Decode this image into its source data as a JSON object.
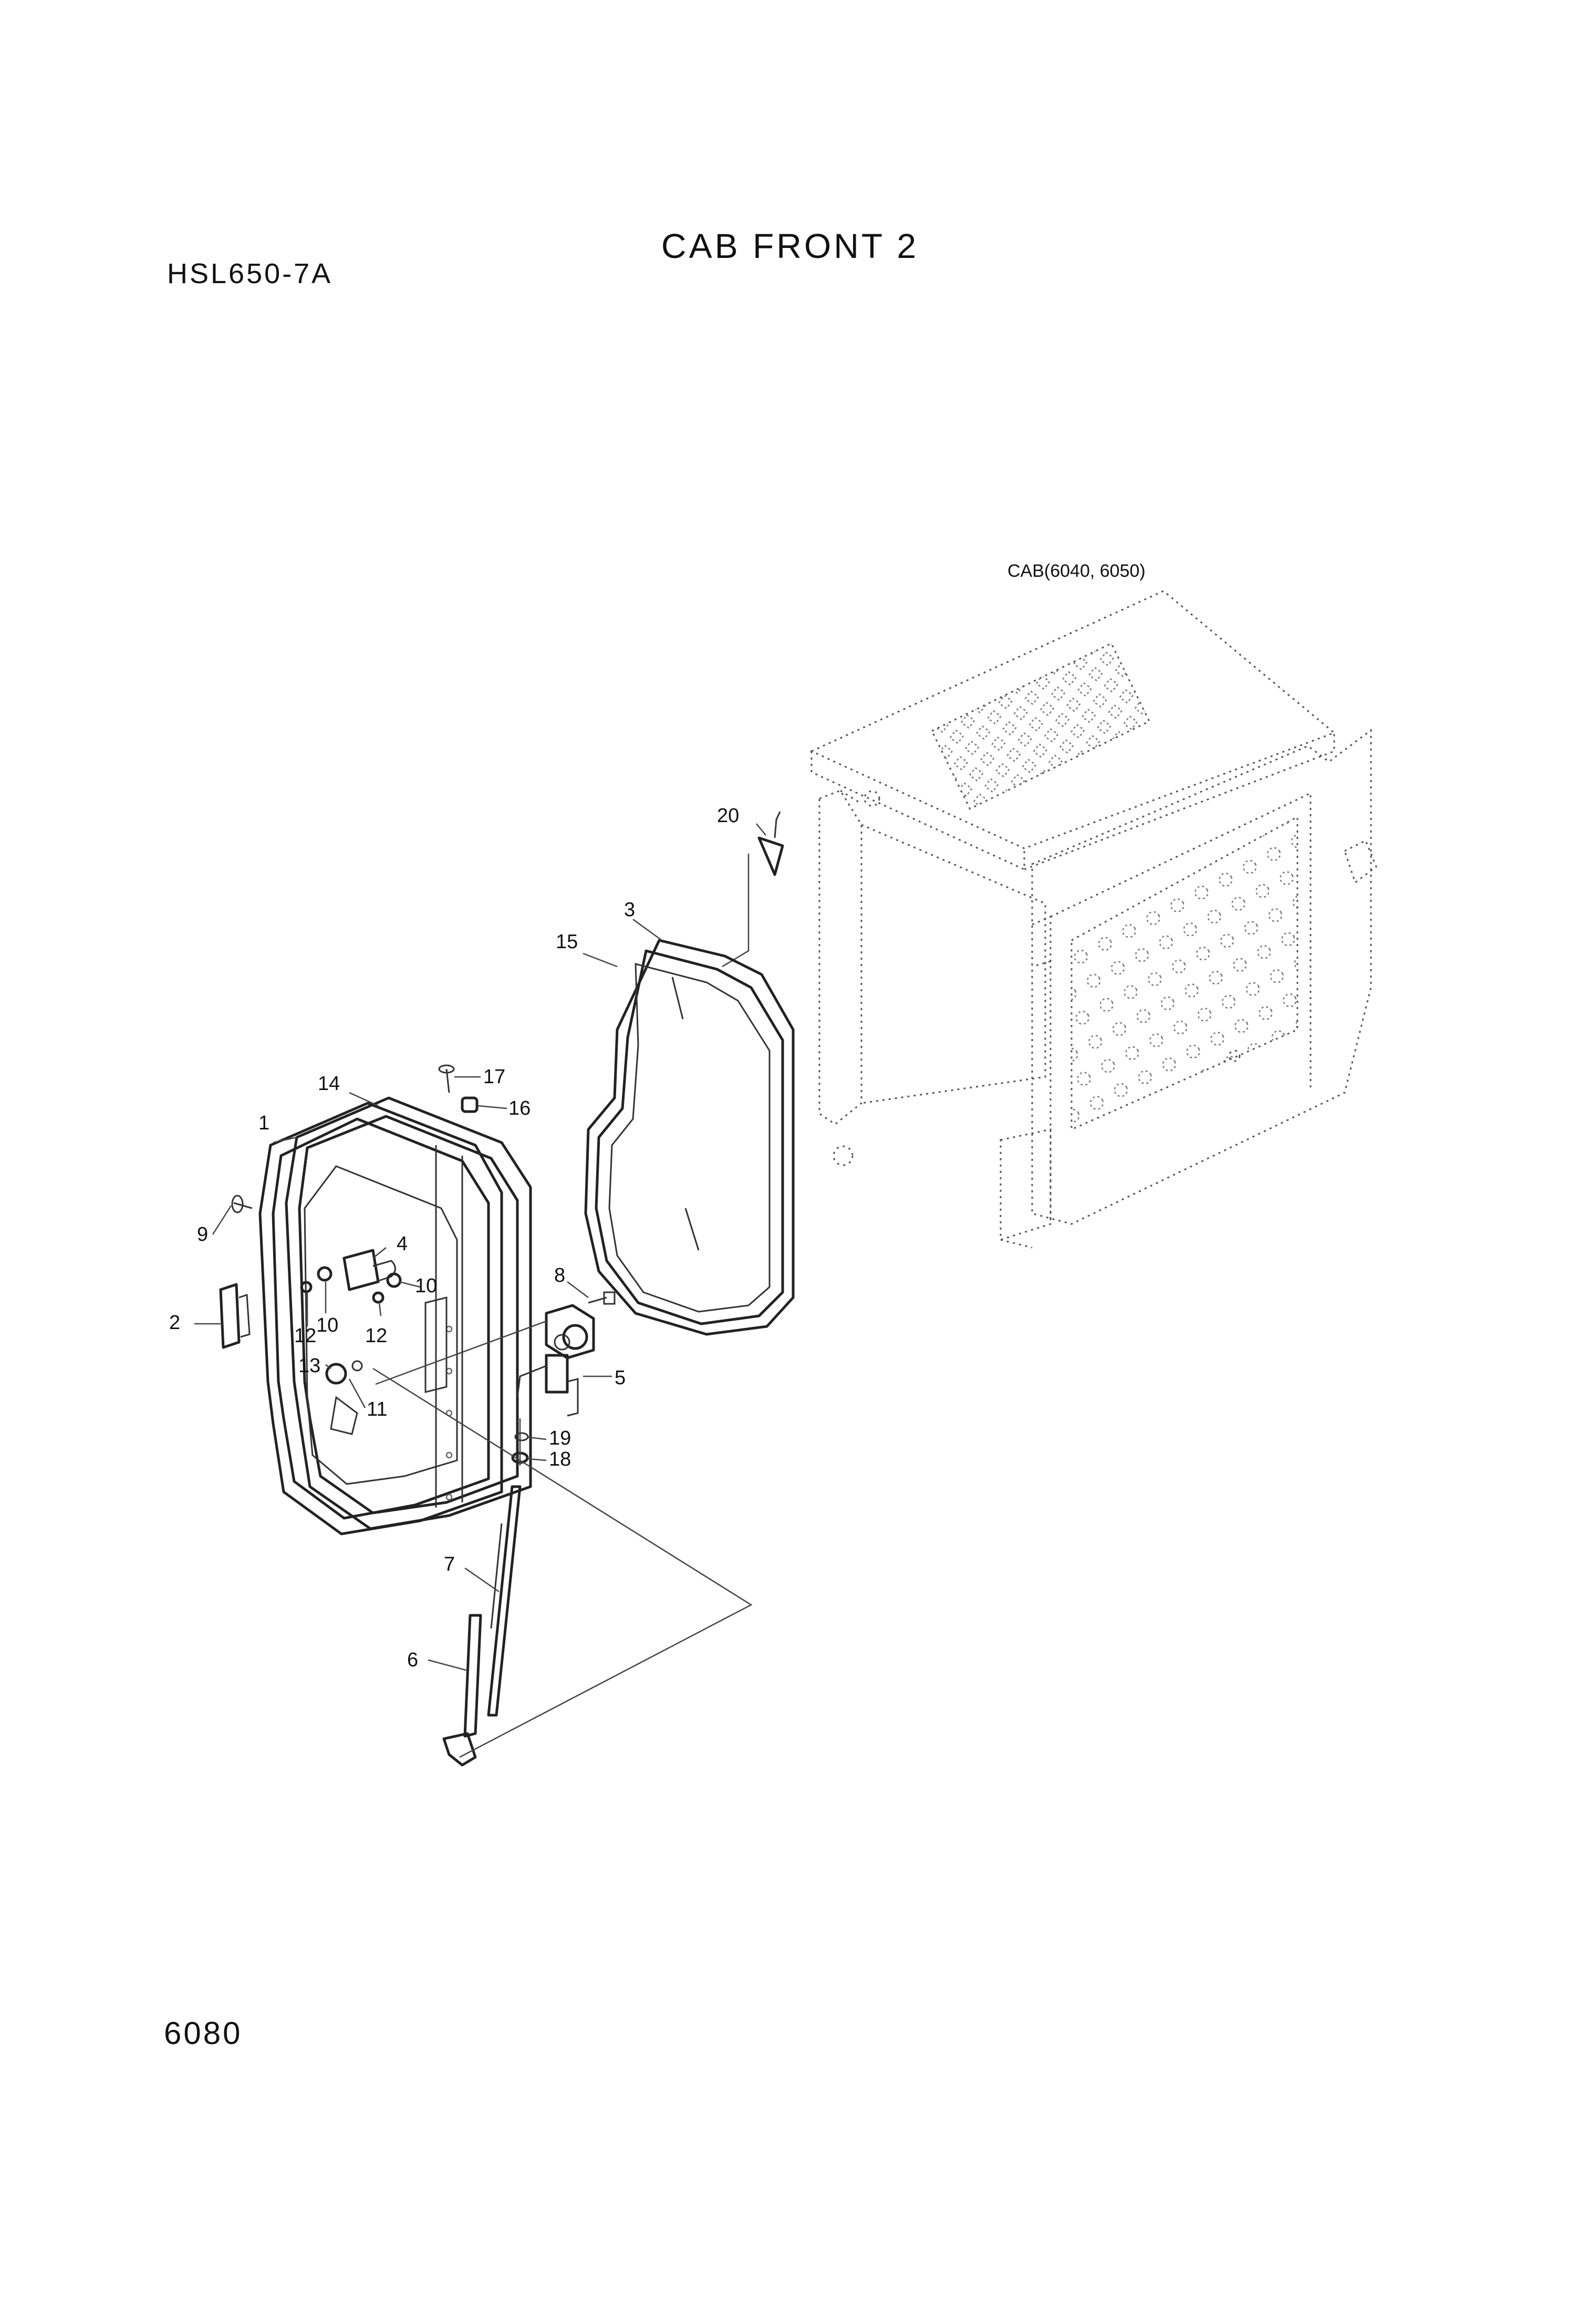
{
  "header": {
    "title": "CAB FRONT 2",
    "model": "HSL650-7A"
  },
  "footer": {
    "page_number": "6080"
  },
  "diagram": {
    "cab_reference": "CAB(6040, 6050)",
    "callouts": {
      "c1": "1",
      "c2": "2",
      "c3": "3",
      "c4": "4",
      "c5": "5",
      "c6": "6",
      "c7": "7",
      "c8": "8",
      "c9": "9",
      "c10a": "10",
      "c10b": "10",
      "c11": "11",
      "c12a": "12",
      "c12b": "12",
      "c13": "13",
      "c14": "14",
      "c15": "15",
      "c16": "16",
      "c17": "17",
      "c18": "18",
      "c19": "19",
      "c20": "20"
    }
  }
}
